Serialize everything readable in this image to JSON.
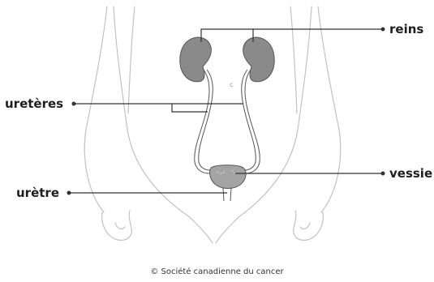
{
  "diagram": {
    "labels": {
      "reins": "reins",
      "ureteres": "uretères",
      "vessie": "vessie",
      "uretre": "urètre"
    },
    "organ_marker": "c",
    "credit": "© Société canadienne du cancer"
  },
  "colors": {
    "organ_fill": "#8a8a8a",
    "outline": "#b4b4b4",
    "leader": "#333333",
    "text": "#1e1e1e"
  }
}
